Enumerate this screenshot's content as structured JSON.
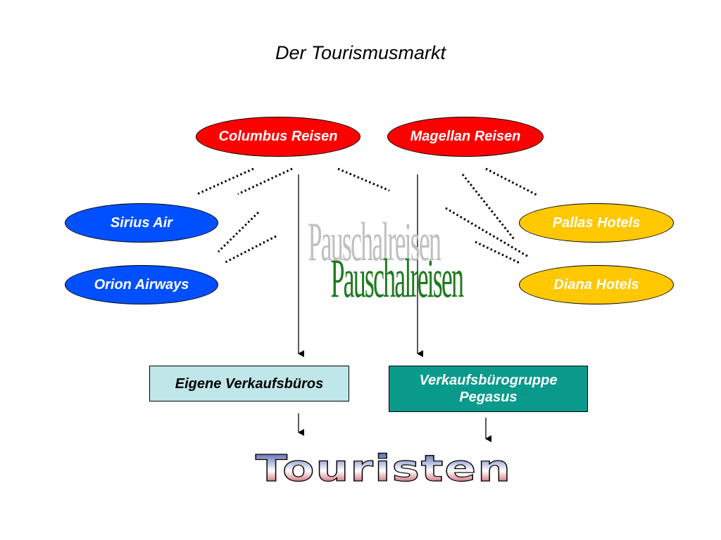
{
  "title": "Der Tourismusmarkt",
  "organizers": [
    "Columbus Reisen",
    "Magellan Reisen"
  ],
  "airlines": [
    "Sirius Air",
    "Orion Airways"
  ],
  "hotels": [
    "Pallas Hotels",
    "Diana Hotels"
  ],
  "product_label": "Pauschalreisen",
  "sales": {
    "own_offices": "Eigene Verkaufsbüros",
    "group": "Verkaufsbürogruppe Pegasus"
  },
  "target": "Touristen",
  "colors": {
    "organizer": "#ff0000",
    "airline": "#0050ff",
    "hotel": "#ffc800",
    "own_offices_box": "#bfe6e8",
    "group_box": "#0a9a8c",
    "wordart_green": "#1f7a1f"
  }
}
